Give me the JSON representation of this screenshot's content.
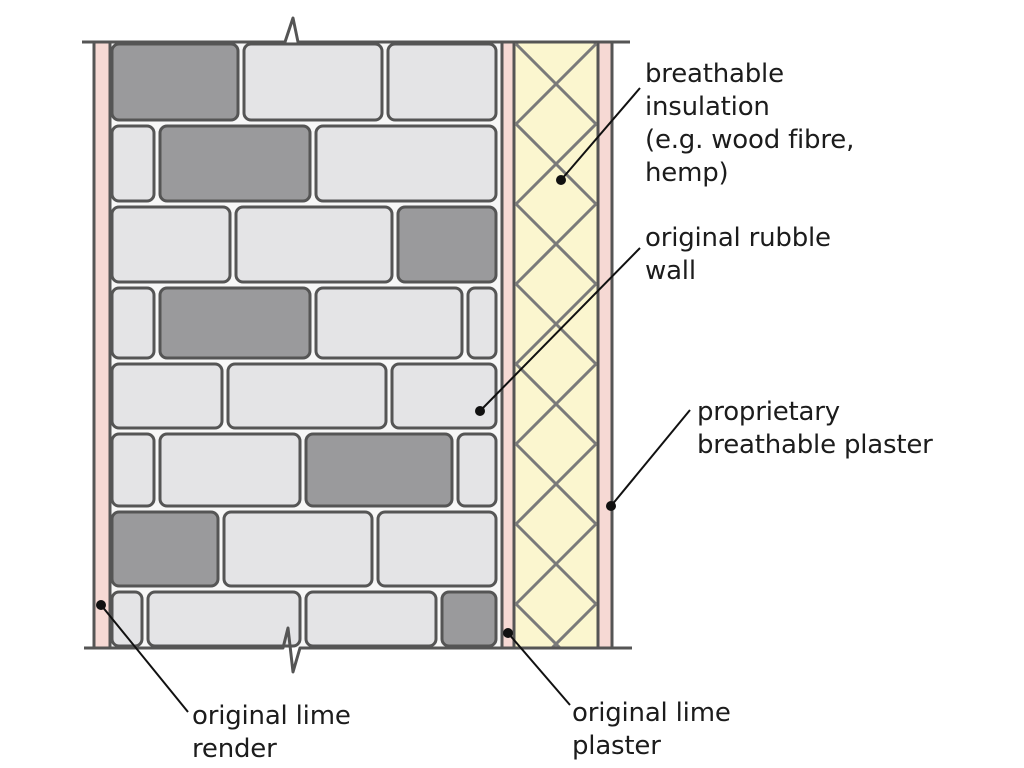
{
  "labels": {
    "insulation": [
      "breathable",
      "insulation",
      "(e.g. wood fibre,",
      "hemp)"
    ],
    "rubble_wall": [
      "original rubble",
      "wall"
    ],
    "plaster_new": [
      "proprietary",
      "breathable plaster"
    ],
    "lime_render": [
      "original lime",
      "render"
    ],
    "lime_plaster": [
      "original lime",
      "plaster"
    ]
  },
  "colors": {
    "outline": "#555555",
    "stone_light": "#e4e4e6",
    "stone_dark": "#9a9a9c",
    "mortar": "#f7f7f7",
    "render": "#f6d9d4",
    "insulation": "#fbf6cf",
    "leader": "#111111"
  }
}
